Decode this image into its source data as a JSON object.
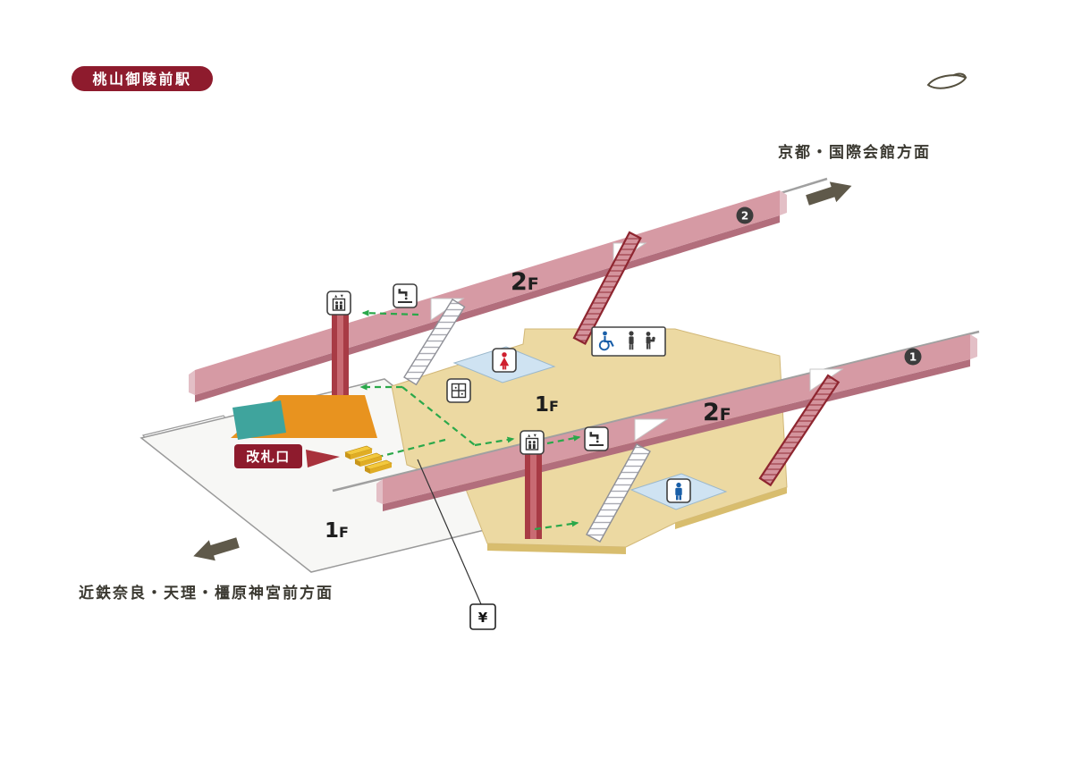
{
  "station": {
    "name": "桃山御陵前駅"
  },
  "directions": {
    "kyoto": "京都・国際会館方面",
    "nara": "近鉄奈良・天理・橿原神宮前方面"
  },
  "floors": {
    "platform_upper": {
      "num": "2",
      "suf": "F"
    },
    "platform_lower": {
      "num": "2",
      "suf": "F"
    },
    "concourse": {
      "num": "1",
      "suf": "F"
    },
    "west_hall": {
      "num": "1",
      "suf": "F"
    }
  },
  "tracks": {
    "track1": {
      "badge": "1"
    },
    "track2": {
      "badge": "2"
    }
  },
  "gate": {
    "label": "改札口"
  },
  "fare_machine": {
    "symbol": "¥"
  },
  "icons": {
    "elevator": "elevator-icon",
    "wash_basin": "sink-icon",
    "womens_toilet": "womens-toilet-icon",
    "mens_toilet": "mens-toilet-icon",
    "accessible_toilet": "accessible-toilet-icon",
    "coin_locker": "coin-locker-icon",
    "fare_machine": "yen-icon",
    "operator_logo": "operator-logo"
  },
  "colors": {
    "accent_red": "#8e1b2d",
    "platform_face": "#d69aa4",
    "platform_side": "#b26e7c",
    "concourse": "#ecd9a2",
    "concourse_side": "#d8bd6e",
    "west_floor": "#f7f7f5",
    "shop_orange": "#e8931f",
    "shop_teal": "#3fa49d",
    "toilet_area_blue": "#cfe3f2",
    "route_green": "#2aa84a",
    "arrow_gray": "#5f594a",
    "escalator_red": "#8e2630",
    "gate_yellow": "#f3c93e",
    "rail_gray": "#a0a0a0"
  }
}
